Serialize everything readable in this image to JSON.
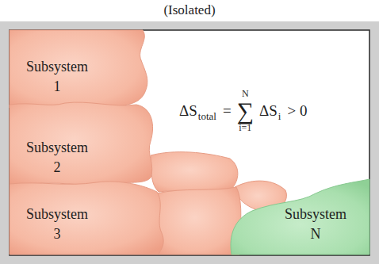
{
  "diagram": {
    "title": "(Isolated)",
    "nodes": [
      {
        "text": [
          "Subsystem 1"
        ]
      },
      {
        "text": [
          "Subsystem 2"
        ]
      },
      {
        "text": [
          "Subsystem 3"
        ]
      },
      {
        "text": [
          "Subsystem N"
        ]
      }
    ],
    "labels": [
      "ΔS",
      "total",
      "=",
      "N",
      "∑",
      "i=1",
      "ΔS",
      "i",
      "> 0"
    ]
  }
}
